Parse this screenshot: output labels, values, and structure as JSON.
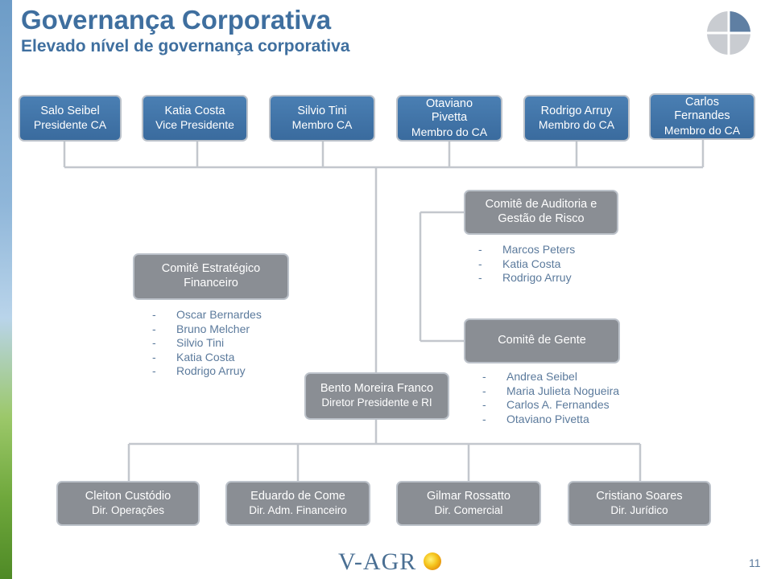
{
  "header": {
    "title": "Governança Corporativa",
    "subtitle": "Elevado nível de governança corporativa"
  },
  "board": [
    {
      "line1": "Salo Seibel",
      "line2": "Presidente CA"
    },
    {
      "line1": "Katia Costa",
      "line2": "Vice Presidente"
    },
    {
      "line1": "Silvio Tini",
      "line2": "Membro CA"
    },
    {
      "line1": "Otaviano",
      "line1b": "Pivetta",
      "line2": "Membro do CA"
    },
    {
      "line1": "Rodrigo Arruy",
      "line2": "Membro do CA"
    },
    {
      "line1": "Carlos",
      "line1b": "Fernandes",
      "line2": "Membro do CA"
    }
  ],
  "committees": {
    "strategic": {
      "line1": "Comitê Estratégico",
      "line2": "Financeiro",
      "members": [
        "Oscar Bernardes",
        "Bruno Melcher",
        "Silvio Tini",
        "Katia Costa",
        "Rodrigo Arruy"
      ]
    },
    "audit": {
      "line1": "Comitê de Auditoria e",
      "line2": "Gestão de Risco",
      "members": [
        "Marcos Peters",
        "Katia Costa",
        "Rodrigo Arruy"
      ]
    },
    "people": {
      "line1": "Comitê de Gente",
      "members": [
        "Andrea Seibel",
        "Maria Julieta Nogueira",
        "Carlos A. Fernandes",
        "Otaviano Pivetta"
      ]
    }
  },
  "ceo": {
    "line1": "Bento Moreira Franco",
    "line2": "Diretor Presidente e RI"
  },
  "directors": [
    {
      "line1": "Cleiton Custódio",
      "line2": "Dir. Operações"
    },
    {
      "line1": "Eduardo de Come",
      "line2": "Dir. Adm. Financeiro"
    },
    {
      "line1": "Gilmar Rossatto",
      "line2": "Dir. Comercial"
    },
    {
      "line1": "Cristiano Soares",
      "line2": "Dir. Jurídico"
    }
  ],
  "footer": {
    "logo_text": "V-AGR",
    "page_number": "11"
  },
  "colors": {
    "title": "#3f6f9f",
    "box_blue": "#3a6b9e",
    "box_gray": "#8a8e94",
    "connector": "#c3c7cd",
    "list_text": "#5b7a9c"
  },
  "icons": {
    "header_logo": "quadrant-pie-icon",
    "logo_sun": "sun-icon"
  }
}
